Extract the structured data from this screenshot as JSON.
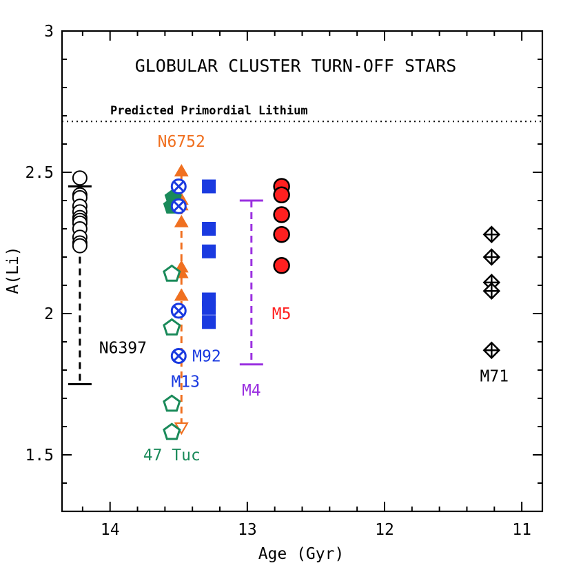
{
  "chart_data": {
    "type": "scatter",
    "title": "GLOBULAR CLUSTER TURN-OFF STARS",
    "xlabel": "Age (Gyr)",
    "ylabel": "A(Li)",
    "xlim": [
      14.35,
      10.85
    ],
    "ylim": [
      1.3,
      3.0
    ],
    "x_ticks": [
      14,
      13,
      12,
      11
    ],
    "y_ticks": [
      1.5,
      2,
      2.5,
      3
    ],
    "x_tick_labels": [
      "14",
      "13",
      "12",
      "11"
    ],
    "y_tick_labels": [
      "1.5",
      "2",
      "2.5",
      "3"
    ],
    "grid": false,
    "reference_line": {
      "y": 2.68,
      "label": "Predicted Primordial Lithium",
      "style": "dotted",
      "color": "#000000"
    },
    "series": [
      {
        "name": "N6397",
        "marker": "open-circle",
        "color": "#000000",
        "points": [
          [
            14.22,
            2.48
          ],
          [
            14.22,
            2.42
          ],
          [
            14.22,
            2.41
          ],
          [
            14.22,
            2.38
          ],
          [
            14.22,
            2.36
          ],
          [
            14.22,
            2.34
          ],
          [
            14.22,
            2.33
          ],
          [
            14.22,
            2.32
          ],
          [
            14.22,
            2.3
          ],
          [
            14.22,
            2.27
          ],
          [
            14.22,
            2.25
          ],
          [
            14.22,
            2.24
          ]
        ]
      },
      {
        "name": "N6752",
        "marker": "filled-triangle",
        "color": "#f07020",
        "points": [
          [
            13.48,
            2.5
          ],
          [
            13.48,
            2.4
          ],
          [
            13.48,
            2.38
          ],
          [
            13.48,
            2.32
          ],
          [
            13.48,
            2.16
          ],
          [
            13.48,
            2.14
          ],
          [
            13.48,
            2.06
          ]
        ]
      },
      {
        "name": "N6752 upper limit",
        "marker": "open-down-triangle",
        "color": "#f07020",
        "points": [
          [
            13.48,
            1.6
          ]
        ]
      },
      {
        "name": "47 Tuc",
        "marker": "open-pentagon",
        "color": "#1a8a5a",
        "points": [
          [
            13.55,
            2.14
          ],
          [
            13.55,
            1.95
          ],
          [
            13.55,
            1.68
          ],
          [
            13.55,
            1.58
          ]
        ]
      },
      {
        "name": "47 Tuc (filled)",
        "marker": "filled-pentagon",
        "color": "#1a8a5a",
        "points": [
          [
            13.54,
            2.41
          ],
          [
            13.55,
            2.38
          ]
        ]
      },
      {
        "name": "M13",
        "marker": "circle-x",
        "color": "#1a3ae0",
        "points": [
          [
            13.5,
            2.45
          ],
          [
            13.5,
            2.38
          ],
          [
            13.5,
            2.01
          ],
          [
            13.5,
            1.85
          ]
        ]
      },
      {
        "name": "M92",
        "marker": "filled-square",
        "color": "#1a3ae0",
        "points": [
          [
            13.28,
            2.45
          ],
          [
            13.28,
            2.3
          ],
          [
            13.28,
            2.22
          ],
          [
            13.28,
            2.05
          ],
          [
            13.28,
            2.02
          ],
          [
            13.28,
            1.97
          ]
        ]
      },
      {
        "name": "M5",
        "marker": "filled-circle",
        "color": "#ff2020",
        "points": [
          [
            12.75,
            2.45
          ],
          [
            12.75,
            2.42
          ],
          [
            12.75,
            2.35
          ],
          [
            12.75,
            2.28
          ],
          [
            12.75,
            2.17
          ]
        ]
      },
      {
        "name": "M71",
        "marker": "diamond-plus",
        "color": "#000000",
        "points": [
          [
            11.22,
            2.28
          ],
          [
            11.22,
            2.2
          ],
          [
            11.22,
            2.11
          ],
          [
            11.22,
            2.08
          ],
          [
            11.22,
            1.87
          ]
        ]
      }
    ],
    "ranges": [
      {
        "name": "N6397",
        "x": 14.22,
        "y_low": 1.75,
        "y_high": 2.45,
        "color": "#000000",
        "style": "dashed",
        "caps": "both"
      },
      {
        "name": "N6752",
        "x": 13.48,
        "y_low": 1.6,
        "y_high": 2.5,
        "color": "#f07020",
        "style": "dashed",
        "caps": "none"
      },
      {
        "name": "M4",
        "x": 12.97,
        "y_low": 1.82,
        "y_high": 2.4,
        "color": "#9a30e0",
        "style": "dashed",
        "caps": "both"
      }
    ],
    "annotations": [
      {
        "text": "N6752",
        "x": 13.48,
        "y": 2.59,
        "color": "#f07020",
        "anchor": "middle"
      },
      {
        "text": "N6397",
        "x": 14.08,
        "y": 1.86,
        "color": "#000000",
        "anchor": "start"
      },
      {
        "text": "M92",
        "x": 13.4,
        "y": 1.83,
        "color": "#1a3ae0",
        "anchor": "start"
      },
      {
        "text": "M13",
        "x": 13.45,
        "y": 1.74,
        "color": "#1a3ae0",
        "anchor": "middle"
      },
      {
        "text": "M4",
        "x": 12.97,
        "y": 1.71,
        "color": "#9a30e0",
        "anchor": "middle"
      },
      {
        "text": "M5",
        "x": 12.75,
        "y": 1.98,
        "color": "#ff2020",
        "anchor": "middle"
      },
      {
        "text": "47 Tuc",
        "x": 13.55,
        "y": 1.48,
        "color": "#1a8a5a",
        "anchor": "middle"
      },
      {
        "text": "M71",
        "x": 11.2,
        "y": 1.76,
        "color": "#000000",
        "anchor": "middle"
      }
    ]
  }
}
